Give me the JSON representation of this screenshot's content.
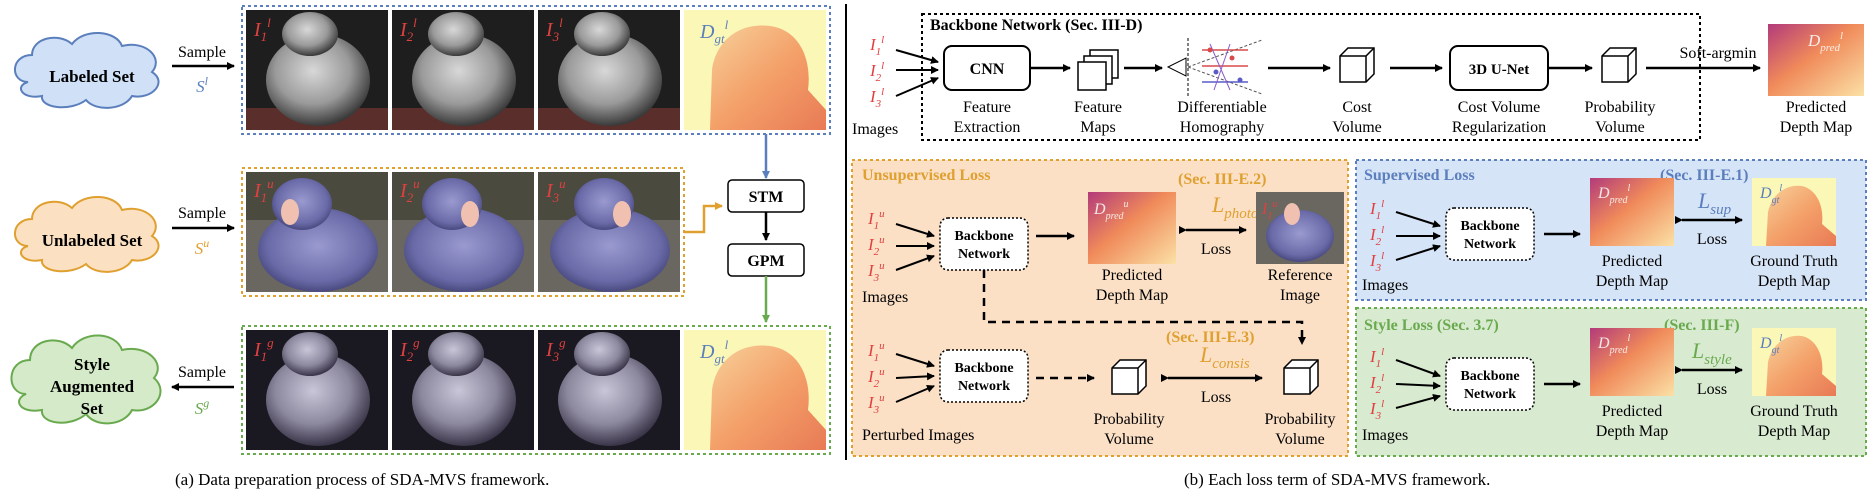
{
  "panel_a": {
    "caption": "(a) Data preparation process of SDA-MVS framework.",
    "labeled_set": "Labeled Set",
    "unlabeled_set": "Unlabeled Set",
    "style_set": [
      "Style",
      "Augmented",
      "Set"
    ],
    "sample": "Sample",
    "s_l": "S",
    "s_l_sup": "l",
    "s_u": "S",
    "s_u_sup": "u",
    "s_g": "S",
    "s_g_sup": "g",
    "stm": "STM",
    "gpm": "GPM",
    "labels_l": [
      "I",
      "I",
      "I"
    ],
    "labels_l_sub": [
      "1",
      "2",
      "3"
    ],
    "labels_l_sup": "l",
    "labels_u_sup": "u",
    "labels_g_sup": "g",
    "d_gt": "D",
    "d_gt_sub": "gt",
    "d_gt_sup": "l"
  },
  "panel_b": {
    "caption": "(b) Each loss term of SDA-MVS framework.",
    "backbone_title": "Backbone Network (Sec. III-D)",
    "images": "Images",
    "cnn": "CNN",
    "unet": "3D U-Net",
    "soft_argmin": "Soft-argmin",
    "feature_extraction": [
      "Feature",
      "Extraction"
    ],
    "feature_maps": [
      "Feature",
      "Maps"
    ],
    "homography": [
      "Differentiable",
      "Homography"
    ],
    "cost_volume": [
      "Cost",
      "Volume"
    ],
    "cost_reg": [
      "Cost Volume",
      "Regularization"
    ],
    "prob_volume": [
      "Probability",
      "Volume"
    ],
    "predicted_depth": [
      "Predicted",
      "Depth Map"
    ],
    "d_pred": "D",
    "d_pred_sub": "pred",
    "d_pred_sup": "l",
    "unsup_title": "Unsupervised Loss",
    "sec_e2": "(Sec. III-E.2)",
    "sec_e3": "(Sec. III-E.3)",
    "backbone_box": [
      "Backbone",
      "Network"
    ],
    "l_photo": "photo",
    "l_consis": "consis",
    "loss": "Loss",
    "reference_image": [
      "Reference",
      "Image"
    ],
    "perturbed_images": "Perturbed Images",
    "sup_title": "Supervised Loss",
    "sec_e1": "(Sec. III-E.1)",
    "l_sup": "sup",
    "ground_truth": [
      "Ground Truth",
      "Depth Map"
    ],
    "style_title": "Style Loss (Sec. 3.7)",
    "sec_f": "(Sec. III-F)",
    "l_style": "style",
    "L": "L"
  }
}
